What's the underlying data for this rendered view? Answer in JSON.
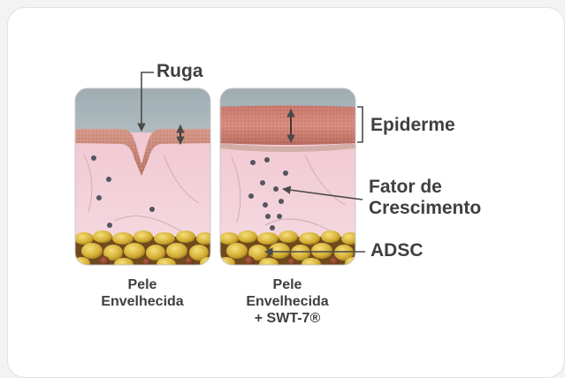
{
  "labels": {
    "wrinkle": "Ruga",
    "epidermis": "Epiderme",
    "growth_factor_line1": "Fator de",
    "growth_factor_line2": "Crescimento",
    "adsc": "ADSC"
  },
  "captions": {
    "left": [
      "Pele",
      "Envelhecida"
    ],
    "right": [
      "Pele",
      "Envelhecida",
      "+ SWT-7®"
    ]
  },
  "colors": {
    "dermis": "#f3d3dc",
    "epidermis": "#c98a7e",
    "sky": "#b9c4c7",
    "fat": "#d8b43b",
    "dot": "#555561",
    "label_text": "#3f3f3f",
    "arrow": "#4a4a4a"
  }
}
